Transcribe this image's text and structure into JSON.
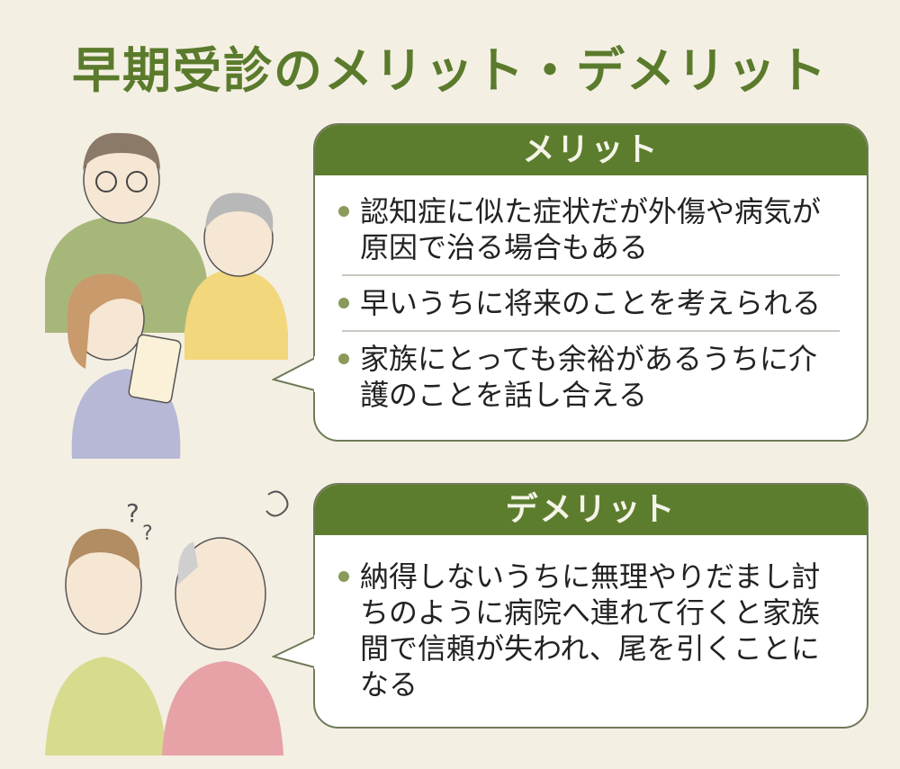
{
  "title": "早期受診のメリット・デメリット",
  "merit": {
    "heading": "メリット",
    "items": [
      "認知症に似た症状だが外傷や病気が原因で治る場合もある",
      "早いうちに将来のことを考えられる",
      "家族にとっても余裕があるうちに介護のことを話し合える"
    ]
  },
  "demerit": {
    "heading": "デメリット",
    "items": [
      "納得しないうちに無理やりだまし討ちのように病院へ連れて行くと家族間で信頼が失われ、尾を引くことになる"
    ]
  },
  "colors": {
    "accent": "#5d7d2e",
    "background": "#f4efe3"
  }
}
